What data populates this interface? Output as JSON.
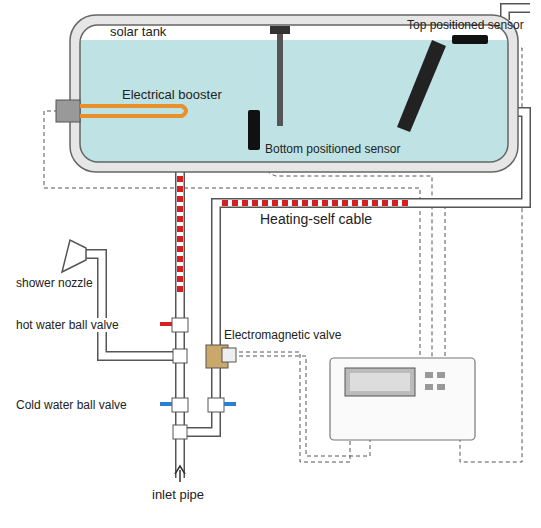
{
  "diagram": {
    "nodes": [
      {
        "text": [
          "solar tank"
        ]
      }
    ],
    "labels": [
      "Top positioned sensor",
      "Electrical booster",
      "Bottom positioned sensor",
      "Heating-self cable",
      "shower nozzle",
      "hot water ball valve",
      "Electromagnetic valve",
      "Cold water ball valve",
      "inlet pipe"
    ]
  }
}
